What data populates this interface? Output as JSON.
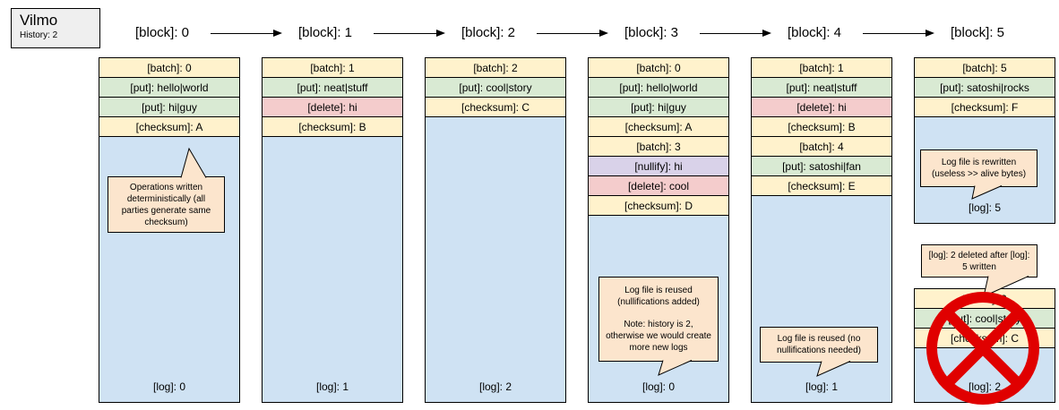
{
  "title": {
    "name": "Vilmo",
    "subtitle": "History: 2"
  },
  "blocks": [
    {
      "label": "[block]: 0",
      "rows": [
        {
          "type": "batch",
          "text": "[batch]: 0"
        },
        {
          "type": "put",
          "text": "[put]: hello|world"
        },
        {
          "type": "put",
          "text": "[put]: hi|guy"
        },
        {
          "type": "checksum",
          "text": "[checksum]: A"
        }
      ],
      "log": "[log]: 0"
    },
    {
      "label": "[block]: 1",
      "rows": [
        {
          "type": "batch",
          "text": "[batch]: 1"
        },
        {
          "type": "put",
          "text": "[put]: neat|stuff"
        },
        {
          "type": "delete",
          "text": "[delete]: hi"
        },
        {
          "type": "checksum",
          "text": "[checksum]: B"
        }
      ],
      "log": "[log]: 1"
    },
    {
      "label": "[block]: 2",
      "rows": [
        {
          "type": "batch",
          "text": "[batch]: 2"
        },
        {
          "type": "put",
          "text": "[put]: cool|story"
        },
        {
          "type": "checksum",
          "text": "[checksum]: C"
        }
      ],
      "log": "[log]: 2"
    },
    {
      "label": "[block]: 3",
      "rows": [
        {
          "type": "batch",
          "text": "[batch]: 0"
        },
        {
          "type": "put",
          "text": "[put]: hello|world"
        },
        {
          "type": "put",
          "text": "[put]: hi|guy"
        },
        {
          "type": "checksum",
          "text": "[checksum]: A"
        },
        {
          "type": "batch",
          "text": "[batch]: 3"
        },
        {
          "type": "nullify",
          "text": "[nullify]: hi"
        },
        {
          "type": "delete",
          "text": "[delete]: cool"
        },
        {
          "type": "checksum",
          "text": "[checksum]: D"
        }
      ],
      "log": "[log]: 0"
    },
    {
      "label": "[block]: 4",
      "rows": [
        {
          "type": "batch",
          "text": "[batch]: 1"
        },
        {
          "type": "put",
          "text": "[put]: neat|stuff"
        },
        {
          "type": "delete",
          "text": "[delete]: hi"
        },
        {
          "type": "checksum",
          "text": "[checksum]: B"
        },
        {
          "type": "batch",
          "text": "[batch]: 4"
        },
        {
          "type": "put",
          "text": "[put]: satoshi|fan"
        },
        {
          "type": "checksum",
          "text": "[checksum]: E"
        }
      ],
      "log": "[log]: 1"
    },
    {
      "label": "[block]: 5",
      "stacks": [
        {
          "rows": [
            {
              "type": "batch",
              "text": "[batch]: 5"
            },
            {
              "type": "put",
              "text": "[put]: satoshi|rocks"
            },
            {
              "type": "checksum",
              "text": "[checksum]: F"
            }
          ],
          "log": "[log]: 5",
          "crossed_out": false
        },
        {
          "rows": [
            {
              "type": "batch",
              "text": "[batch]: 2"
            },
            {
              "type": "put",
              "text": "[put]: cool|story"
            },
            {
              "type": "checksum",
              "text": "[checksum]: C"
            }
          ],
          "log": "[log]: 2",
          "crossed_out": true
        }
      ]
    }
  ],
  "callouts": [
    {
      "id": "deterministic",
      "paragraphs": [
        "Operations written deterministically (all parties generate same checksum)"
      ]
    },
    {
      "id": "reused-nullifications",
      "paragraphs": [
        "Log file is reused (nullifications added)",
        "Note: history is 2, otherwise we would create more new logs"
      ]
    },
    {
      "id": "reused-no-nullifications",
      "paragraphs": [
        "Log file is reused (no nullifications needed)"
      ]
    },
    {
      "id": "rewritten",
      "paragraphs": [
        "Log file is rewritten (useless >> alive bytes)"
      ]
    },
    {
      "id": "deleted-after",
      "paragraphs": [
        "[log]: 2 deleted after [log]: 5 written"
      ]
    }
  ],
  "colors": {
    "batch_checksum": "#fff2cc",
    "put": "#d9ead3",
    "delete": "#f4cccc",
    "nullify": "#d9d2e9",
    "log": "#cfe2f3",
    "callout": "#fce5cd",
    "title_box": "#efefef",
    "cross": "#e00000"
  }
}
